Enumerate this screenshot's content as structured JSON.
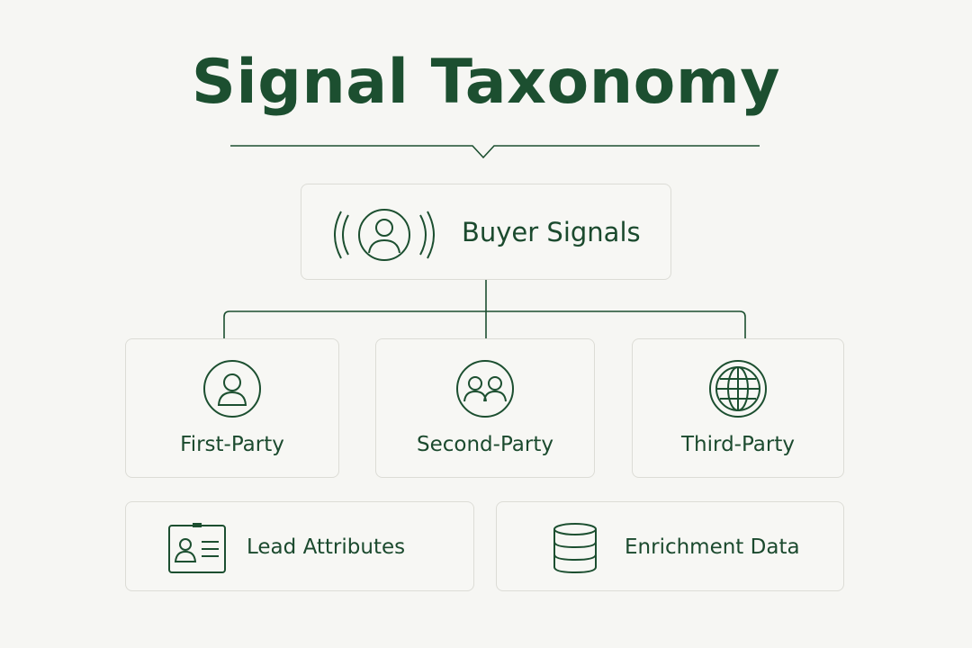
{
  "title": "Signal Taxonomy",
  "root": {
    "label": "Buyer Signals",
    "icon": "person-broadcast-icon"
  },
  "children": [
    {
      "label": "First-Party",
      "icon": "person-circle-icon"
    },
    {
      "label": "Second-Party",
      "icon": "people-circle-icon"
    },
    {
      "label": "Third-Party",
      "icon": "globe-icon"
    }
  ],
  "bottom_row": [
    {
      "label": "Lead Attributes",
      "icon": "id-card-icon"
    },
    {
      "label": "Enrichment Data",
      "icon": "database-icon"
    }
  ],
  "colors": {
    "primary": "#1c4f30",
    "background": "#f6f6f3",
    "card_border": "#dcdcd6"
  }
}
